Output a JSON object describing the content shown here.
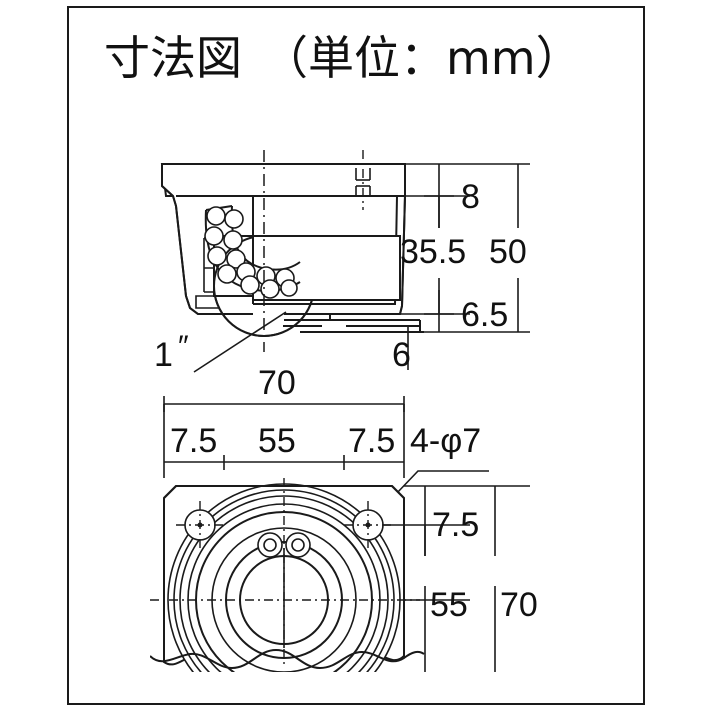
{
  "document": {
    "type": "technical-dimensional-drawing",
    "title": "寸法図（単位：mm）",
    "title_main": "寸法図",
    "title_unit_note": "（単位：mm）",
    "unit": "mm",
    "subject": "ball transfer unit / caster cross-section and plan view",
    "border_color": "#1a1a1a",
    "line_color": "#1a1a1a",
    "background_color": "#ffffff"
  },
  "views": {
    "section_view": {
      "name": "cross-section-view",
      "description": "side cross section of ball transfer unit showing main ball, ball race with bearing balls, housing and base plate"
    },
    "plan_view": {
      "name": "plan-view",
      "description": "bottom plan view showing concentric rings, center ball and four mounting holes, cut off with wavy break line"
    }
  },
  "dimensions": {
    "section": [
      {
        "id": "dim-8",
        "label": "8",
        "value": 8,
        "meaning": "flange/top plate thickness"
      },
      {
        "id": "dim-35_5",
        "label": "35.5",
        "value": 35.5,
        "meaning": "housing height"
      },
      {
        "id": "dim-50",
        "label": "50",
        "value": 50,
        "meaning": "overall height"
      },
      {
        "id": "dim-6_5",
        "label": "6.5",
        "value": 6.5,
        "meaning": "base plate region height"
      },
      {
        "id": "dim-6",
        "label": "6",
        "value": 6,
        "meaning": "base plate thickness"
      },
      {
        "id": "dim-70-top",
        "label": "70",
        "value": 70,
        "meaning": "overall width"
      }
    ],
    "plan": [
      {
        "id": "dim-7_5-left",
        "label": "7.5",
        "value": 7.5,
        "meaning": "hole inset from left edge"
      },
      {
        "id": "dim-55-h",
        "label": "55",
        "value": 55,
        "meaning": "horizontal hole pitch"
      },
      {
        "id": "dim-7_5-right",
        "label": "7.5",
        "value": 7.5,
        "meaning": "hole inset from right edge"
      },
      {
        "id": "dim-7_5-top",
        "label": "7.5",
        "value": 7.5,
        "meaning": "hole inset from top edge"
      },
      {
        "id": "dim-55-v",
        "label": "55",
        "value": 55,
        "meaning": "vertical hole pitch"
      },
      {
        "id": "dim-70-right",
        "label": "70",
        "value": 70,
        "meaning": "overall depth"
      }
    ]
  },
  "annotations": {
    "ball_size": {
      "id": "ann-ball-size",
      "label": "1",
      "unit_mark": "″",
      "full": "1″",
      "meaning": "ball diameter 1 inch"
    },
    "holes": {
      "id": "ann-holes",
      "label": "4-φ7",
      "count": 4,
      "diameter": 7,
      "meaning": "four holes of 7 mm diameter"
    }
  },
  "icons": {
    "leader_line": "leader-line-icon",
    "centerline": "centerline-icon",
    "break_line": "wavy-break-line-icon",
    "hole_cross": "hole-crosshair-icon"
  }
}
